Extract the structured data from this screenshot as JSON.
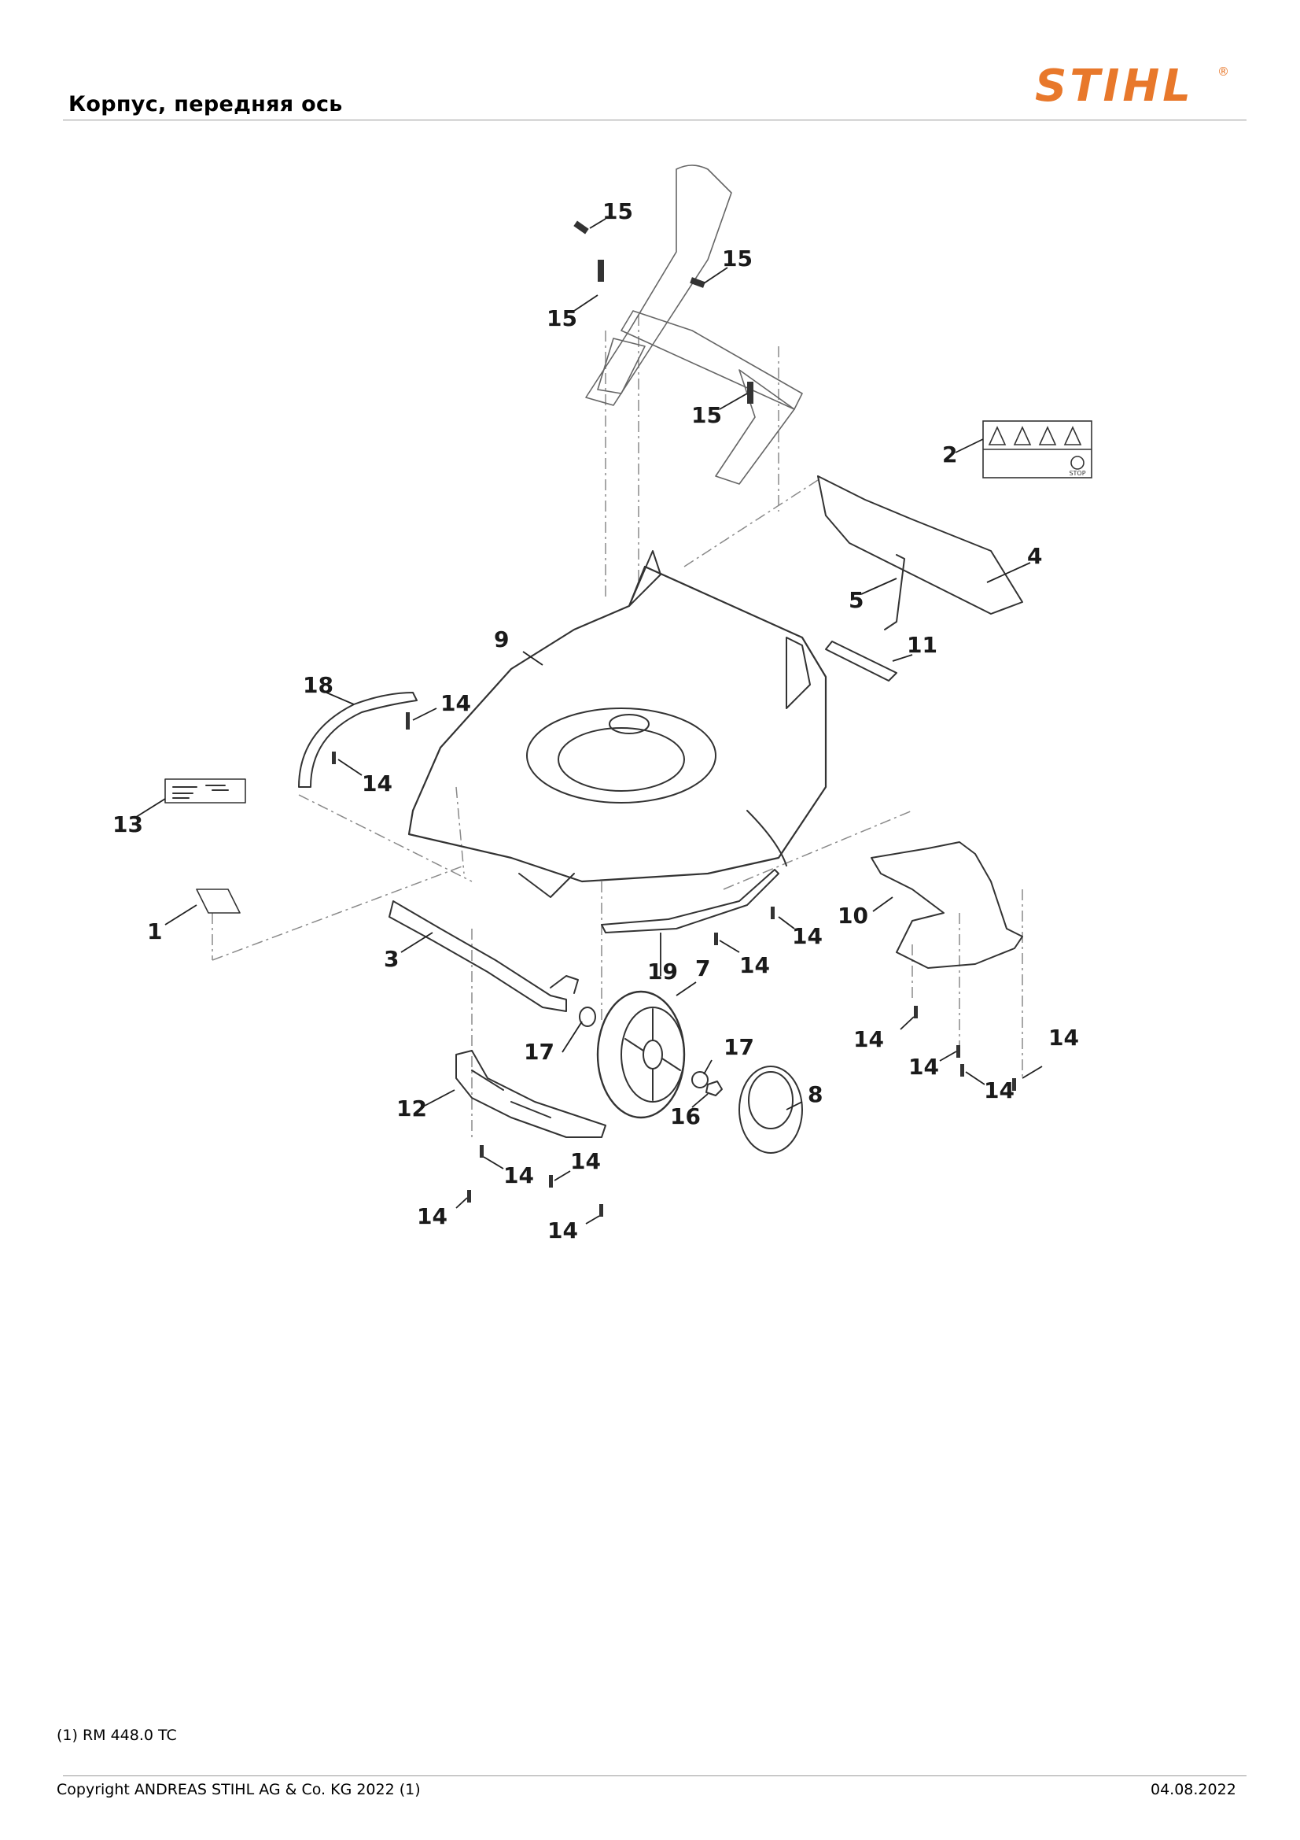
{
  "page": {
    "title": "Корпус, передняя ось",
    "note": "(1) RM 448.0 TC",
    "copyright": "Copyright ANDREAS STIHL AG & Co. KG 2022 (1)",
    "date": "04.08.2022"
  },
  "logo": {
    "text": "STIHL",
    "brand_color": "#E8782B",
    "mark": "®"
  },
  "diagram": {
    "callouts": [
      "15",
      "15",
      "15",
      "15",
      "2",
      "4",
      "5",
      "11",
      "9",
      "18",
      "14",
      "14",
      "13",
      "1",
      "3",
      "19",
      "7",
      "14",
      "14",
      "10",
      "17",
      "17",
      "16",
      "8",
      "12",
      "14",
      "14",
      "14",
      "14",
      "14",
      "14",
      "14",
      "14"
    ],
    "warning_label_stop": "STOP"
  }
}
